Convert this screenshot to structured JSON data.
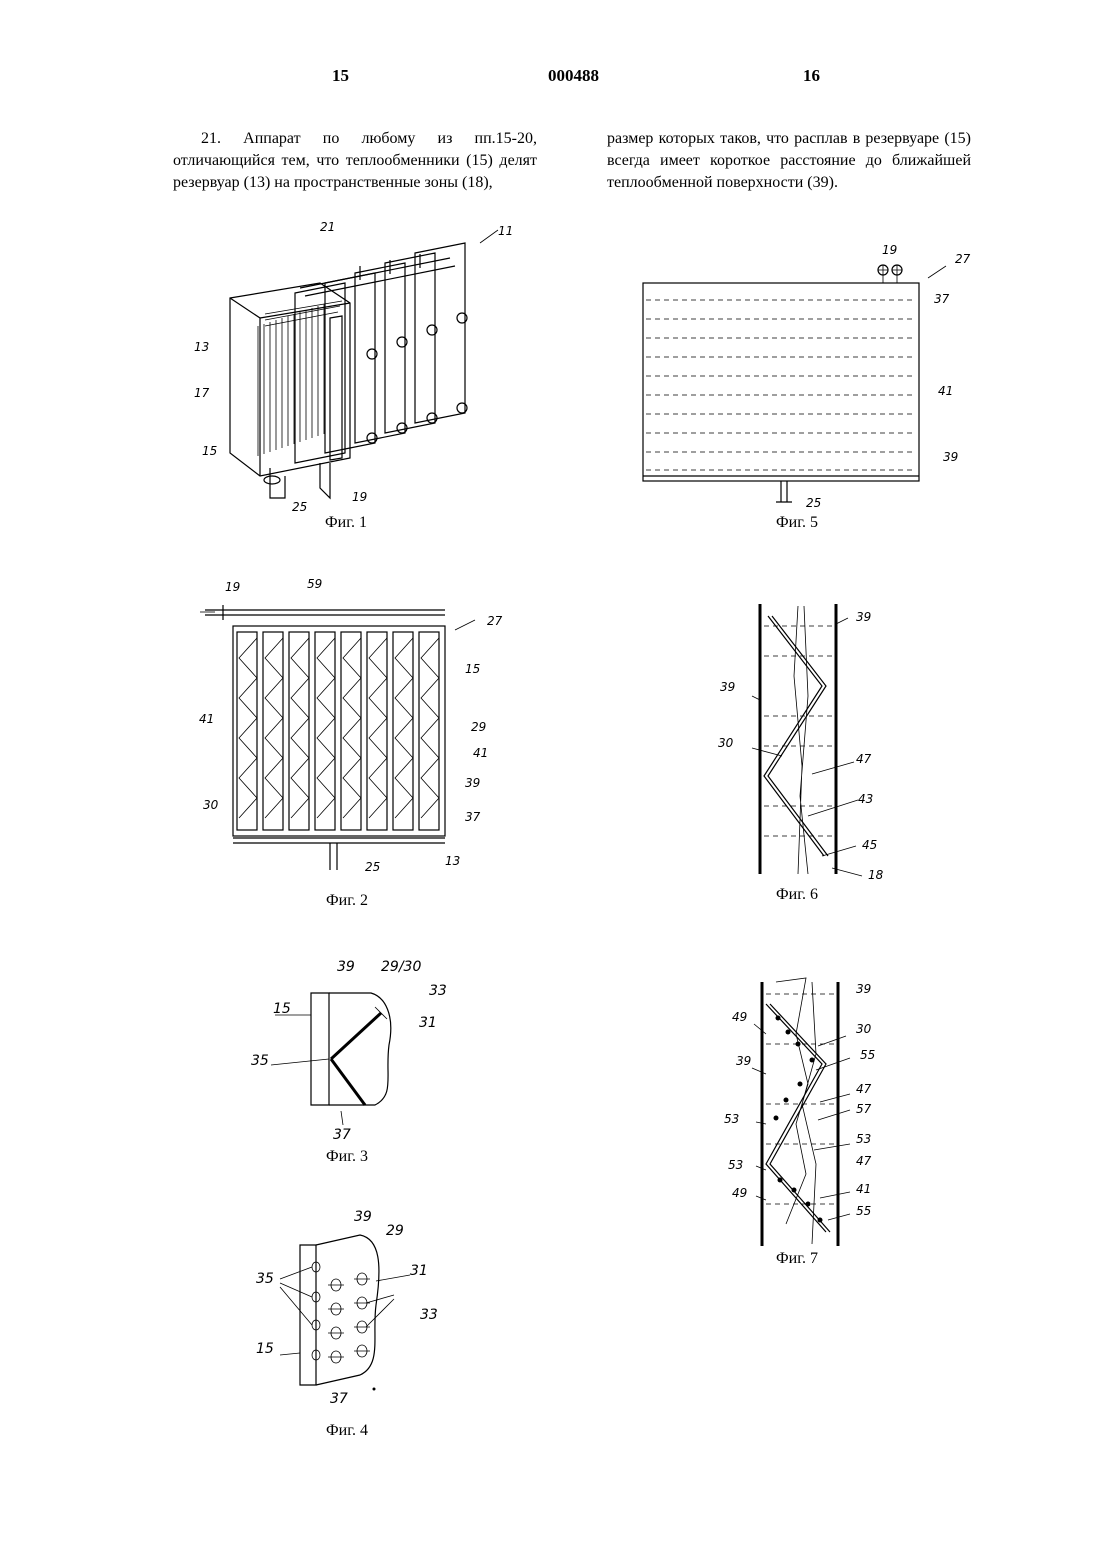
{
  "header": {
    "page_left": "15",
    "doc_number": "000488",
    "page_right": "16"
  },
  "text": {
    "left": "21. Аппарат по любому из пп.15-20, отличающийся тем, что теплообменники (15) делят резервуар (13) на пространственные зоны (18),",
    "right": "размер которых таков, что расплав в резервуаре (15) всегда имеет короткое расстояние до ближайшей теплообменной поверхности (39)."
  },
  "figures": {
    "fig1": {
      "caption": "Фиг. 1",
      "labels": [
        "21",
        "11",
        "13",
        "17",
        "15",
        "25",
        "19"
      ]
    },
    "fig5": {
      "caption": "Фиг. 5",
      "labels": [
        "19",
        "27",
        "37",
        "41",
        "39",
        "25"
      ]
    },
    "fig2": {
      "caption": "Фиг. 2",
      "labels": [
        "19",
        "59",
        "27",
        "15",
        "41",
        "29",
        "41",
        "39",
        "30",
        "37",
        "25",
        "13"
      ]
    },
    "fig6": {
      "caption": "Фиг. 6",
      "labels": [
        "39",
        "39",
        "30",
        "47",
        "43",
        "45",
        "18"
      ]
    },
    "fig3": {
      "caption": "Фиг. 3",
      "labels": [
        "39",
        "29/30",
        "15",
        "33",
        "31",
        "35",
        "37"
      ]
    },
    "fig7": {
      "caption": "Фиг. 7",
      "labels": [
        "39",
        "49",
        "30",
        "55",
        "39",
        "47",
        "57",
        "53",
        "53",
        "53",
        "47",
        "49",
        "41",
        "55"
      ]
    },
    "fig4": {
      "caption": "Фиг. 4",
      "labels": [
        "39",
        "29",
        "35",
        "31",
        "33",
        "15",
        "37"
      ]
    }
  }
}
